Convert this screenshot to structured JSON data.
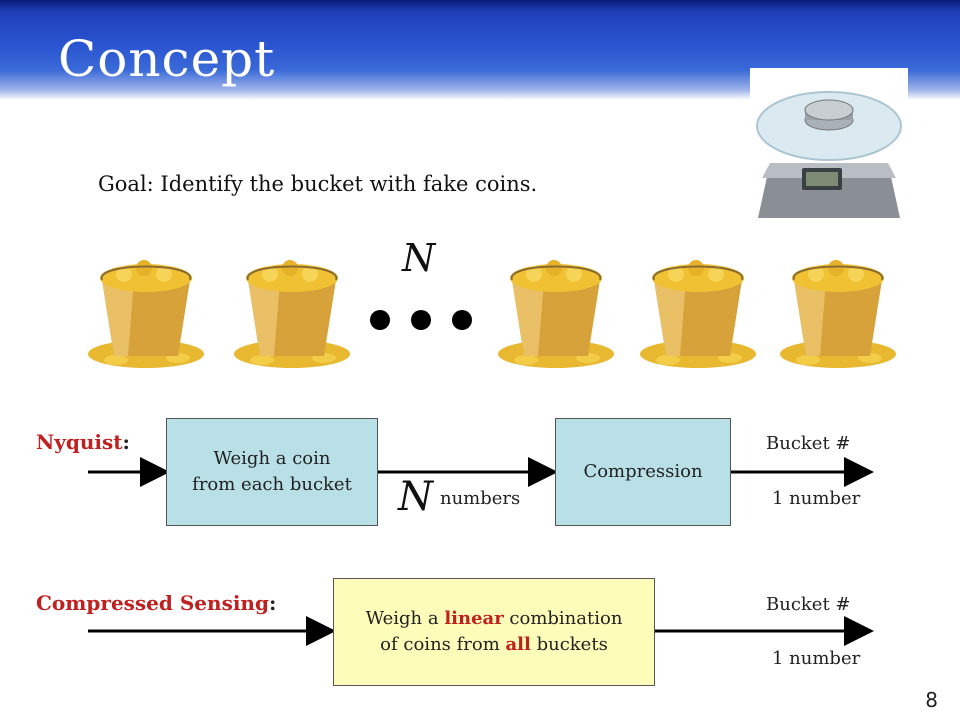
{
  "slide": {
    "title": "Concept",
    "goal": "Goal: Identify the bucket with fake coins.",
    "n_symbol": "N",
    "page_number": "8"
  },
  "nyquist": {
    "label": "Nyquist",
    "colon": ":",
    "box1_line1": "Weigh a coin",
    "box1_line2": "from each bucket",
    "n_symbol": "N",
    "numbers_label": "numbers",
    "box2_label": "Compression",
    "out_top": "Bucket #",
    "out_bottom": "1 number"
  },
  "compressed_sensing": {
    "label": "Compressed Sensing",
    "colon": ":",
    "box_pre": "Weigh a ",
    "box_linear": "linear",
    "box_mid": " combination",
    "box_line2_pre": "of coins from ",
    "box_all": "all",
    "box_line2_post": " buckets",
    "out_top": "Bucket #",
    "out_bottom": "1 number"
  },
  "colors": {
    "header": "#2a54d0",
    "accent_red": "#c0201f",
    "box_blue": "#b8e0e6",
    "box_yellow": "#fdfcb8",
    "gold": "#d9a520"
  }
}
